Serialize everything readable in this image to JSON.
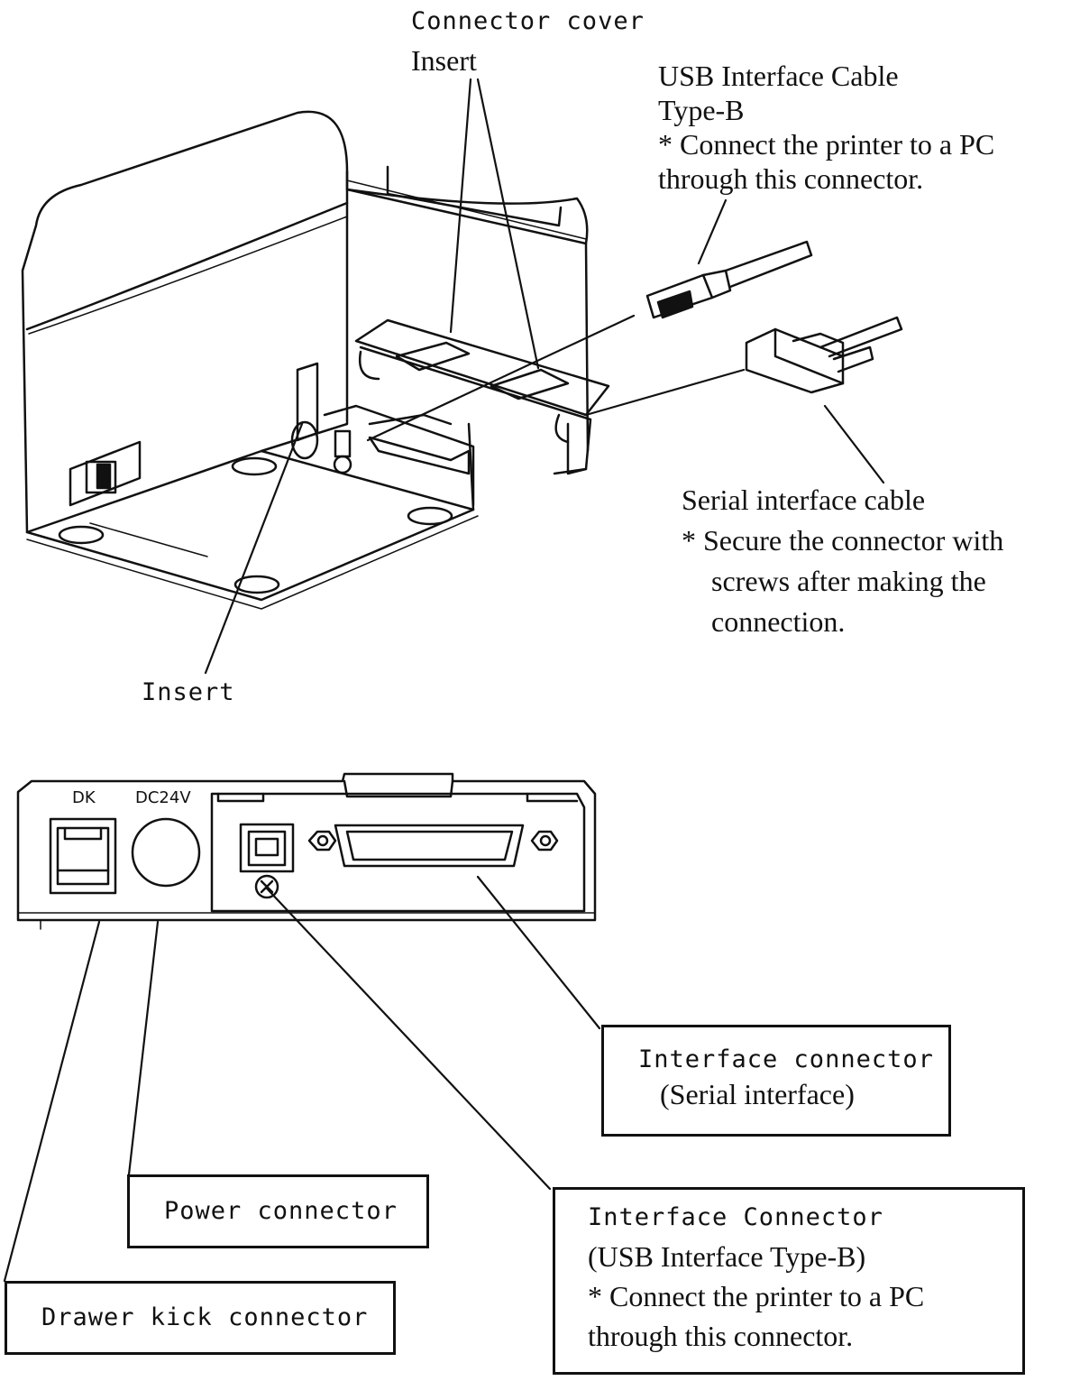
{
  "top_labels": {
    "connector_cover": "Connector cover",
    "insert_top": "Insert",
    "insert_bottom": "Insert",
    "usb_cable": {
      "line1": "USB Interface Cable",
      "line2": "Type-B",
      "line3": "* Connect the printer to a PC",
      "line4": "through this connector."
    },
    "serial_cable": {
      "line1": "Serial interface cable",
      "line2": "*  Secure the connector with",
      "line3": "screws  after  making  the",
      "line4": "connection."
    }
  },
  "panel_labels": {
    "dk": "DK",
    "dc24v": "DC24V"
  },
  "callout_boxes": {
    "serial_connector": {
      "line1": "Interface connector",
      "line2": "(Serial interface)"
    },
    "power_connector": "Power connector",
    "usb_connector": {
      "line1": "Interface Connector",
      "line2": "(USB Interface Type-B)",
      "line3": "* Connect the printer to a PC",
      "line4": "through this connector."
    },
    "drawer_kick": "Drawer kick connector"
  }
}
